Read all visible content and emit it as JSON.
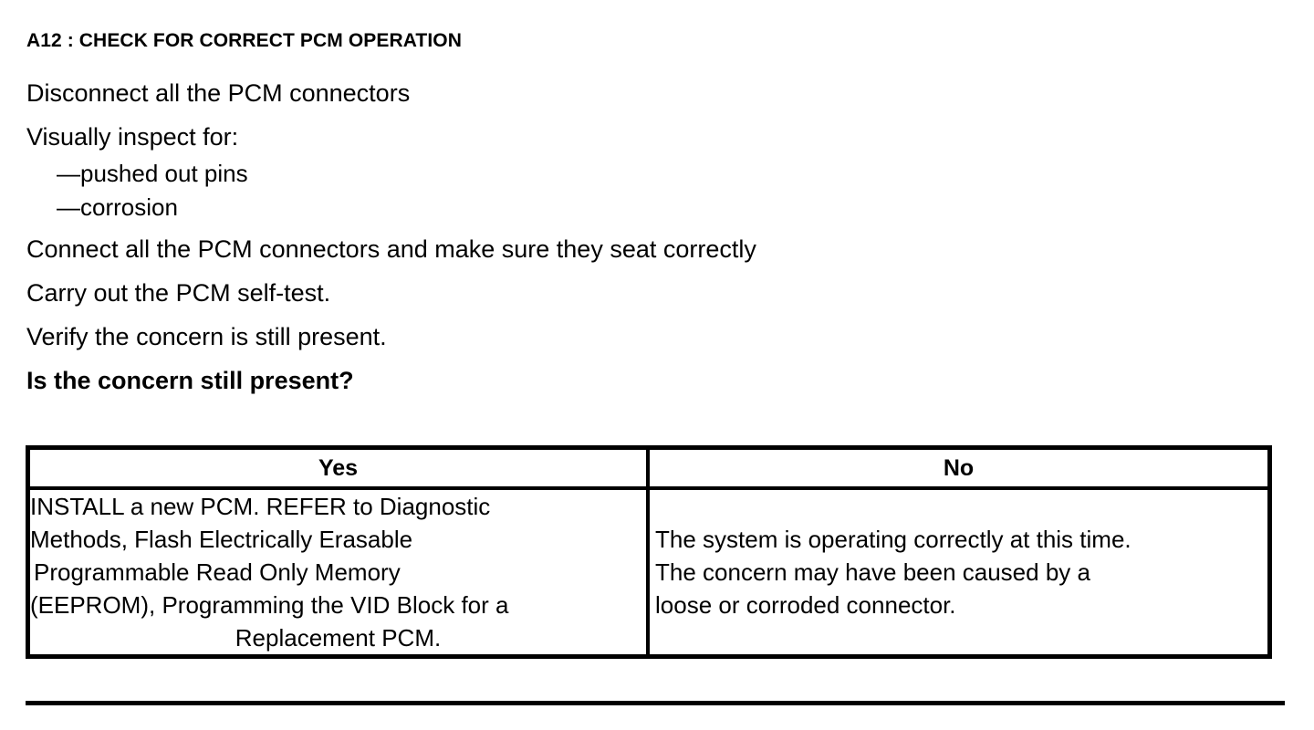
{
  "document": {
    "title": "A12 : CHECK FOR CORRECT PCM OPERATION",
    "steps": [
      "Disconnect all the PCM connectors",
      "Visually inspect for:"
    ],
    "inspect_items": [
      "—pushed out pins",
      "—corrosion"
    ],
    "steps_cont": [
      "Connect all the PCM connectors and make sure they seat correctly",
      "Carry out the PCM self-test.",
      "Verify the concern is still present."
    ],
    "question": "Is the concern still present?"
  },
  "decision_table": {
    "headers": {
      "yes": "Yes",
      "no": "No"
    },
    "yes_cell": [
      "INSTALL a new PCM. REFER to Diagnostic",
      "Methods, Flash Electrically Erasable",
      "Programmable Read Only Memory",
      "(EEPROM), Programming the VID Block for a",
      "Replacement PCM."
    ],
    "no_cell": [
      "The system is operating correctly at this time.",
      "The concern may have been caused by a",
      "loose or corroded connector."
    ]
  },
  "colors": {
    "ink": "#000000",
    "paper": "#ffffff"
  }
}
